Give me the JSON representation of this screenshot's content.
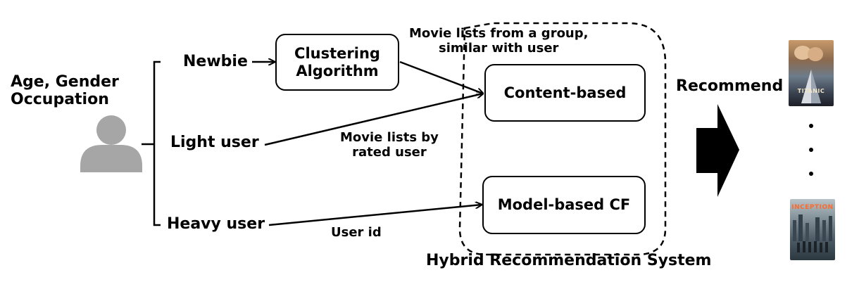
{
  "user": {
    "attributes_line1": "Age, Gender",
    "attributes_line2": "Occupation",
    "icon": "person-icon"
  },
  "user_types": {
    "newbie": "Newbie",
    "light": "Light user",
    "heavy": "Heavy user"
  },
  "nodes": {
    "clustering_line1": "Clustering",
    "clustering_line2": "Algorithm",
    "content_based": "Content-based",
    "model_based": "Model-based CF"
  },
  "edge_labels": {
    "group_lists_line1": "Movie lists from a group,",
    "group_lists_line2": "similar with user",
    "rated_lists_line1": "Movie lists by",
    "rated_lists_line2": "rated user",
    "user_id": "User id"
  },
  "system": {
    "label": "Hybrid Recommendation System"
  },
  "output": {
    "label": "Recommend",
    "posters": [
      {
        "title": "TITANIC",
        "icon": "titanic-poster"
      },
      {
        "title": "INCEPTION",
        "icon": "inception-poster"
      }
    ],
    "ellipsis_icon": "vertical-ellipsis-icon"
  }
}
